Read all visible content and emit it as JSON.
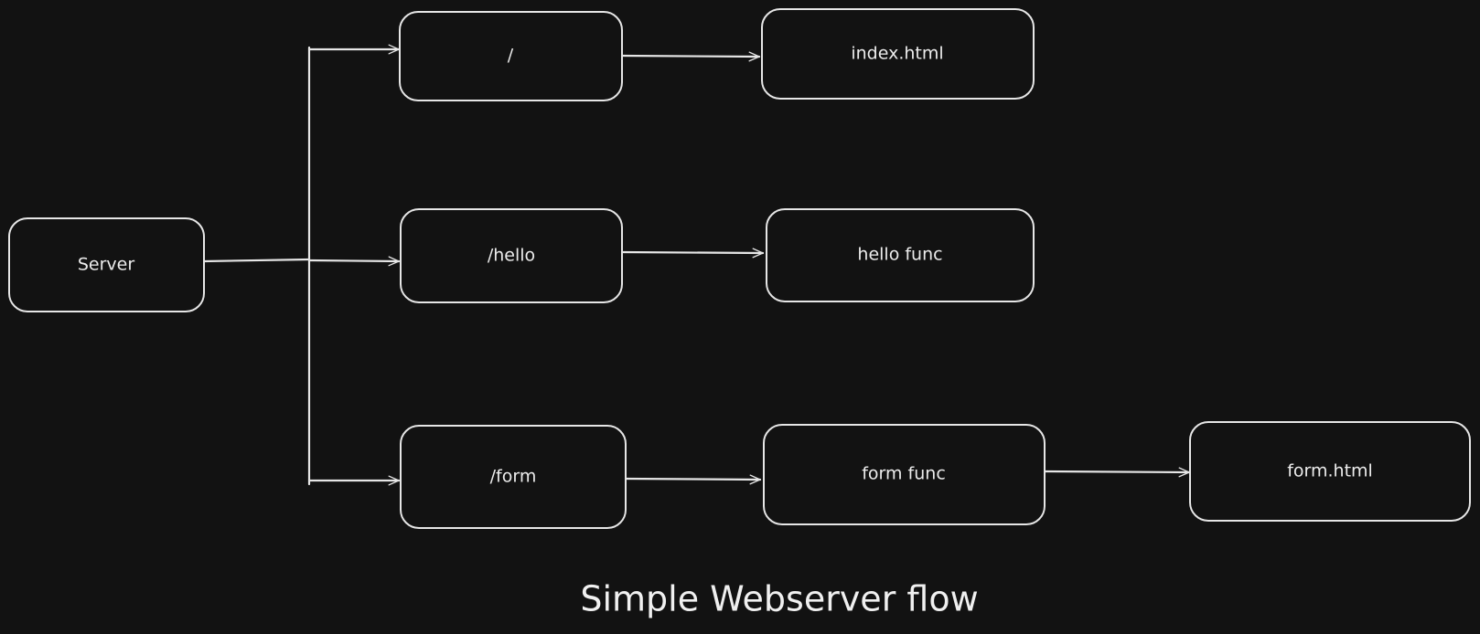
{
  "title": "Simple Webserver flow",
  "nodes": {
    "server": "Server",
    "route_root": "/",
    "route_hello": "/hello",
    "route_form": "/form",
    "index_html": "index.html",
    "hello_func": "hello func",
    "form_func": "form func",
    "form_html": "form.html"
  },
  "colors": {
    "background": "#121212",
    "stroke": "#e6e6e6",
    "text": "#ececec"
  }
}
